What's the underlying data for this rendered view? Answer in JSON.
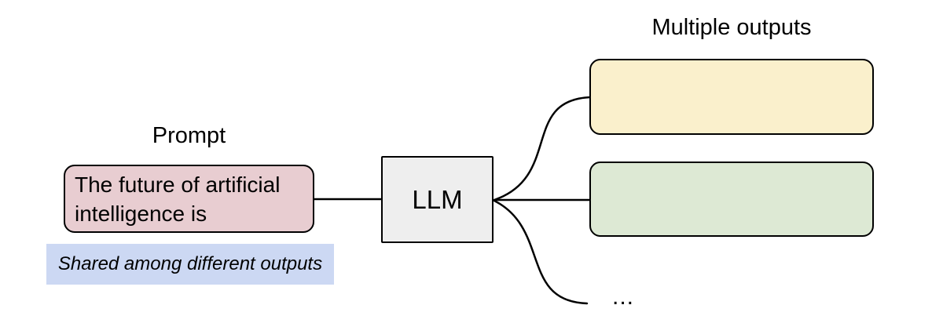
{
  "diagram": {
    "prompt": {
      "title": "Prompt",
      "box_text": "The future of artificial intelligence is",
      "note": "Shared among different outputs"
    },
    "llm": {
      "label": "LLM"
    },
    "outputs": {
      "title": "Multiple outputs",
      "boxes": [
        {
          "id": "output-1",
          "fill": "#faf0cc"
        },
        {
          "id": "output-2",
          "fill": "#dde9d4"
        }
      ],
      "more_indicator": "..."
    },
    "colors": {
      "prompt_box_fill": "#e8cdd1",
      "note_highlight": "#ccd8f3",
      "llm_box_fill": "#eeeeee",
      "stroke": "#000000"
    }
  }
}
